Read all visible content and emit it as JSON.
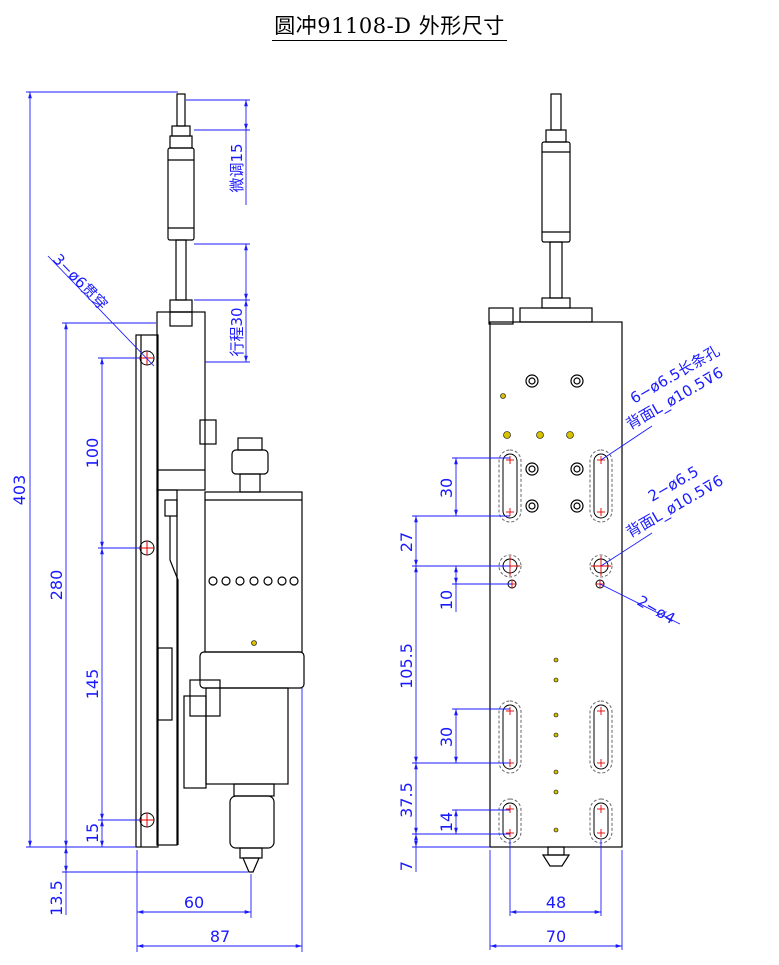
{
  "title": "圆冲91108-D  外形尺寸",
  "colors": {
    "outline": "#000000",
    "dimension": "#1a1aff",
    "hole_mark": "#e00000",
    "hole_fill": "#d8c000"
  },
  "left_view": {
    "dims": {
      "overall_height": "403",
      "spacing_280": "280",
      "spacing_100": "100",
      "spacing_145": "145",
      "spacing_15": "15",
      "offset_13_5": "13.5",
      "width_60": "60",
      "width_87": "87"
    },
    "notes": {
      "through_holes": "3−ø6贯穿",
      "fine_adjust": "微调15",
      "stroke": "行程30"
    }
  },
  "right_view": {
    "dims": {
      "slot_30_top": "30",
      "offset_27": "27",
      "offset_10": "10",
      "spacing_105_5": "105.5",
      "slot_30_bottom": "30",
      "offset_37_5": "37.5",
      "slot_14": "14",
      "offset_7": "7",
      "width_48": "48",
      "width_70": "70"
    },
    "notes": {
      "slot_callout_1": "6−ø6.5长条孔",
      "slot_callout_2": "背面L_ø10.5⊽6",
      "hole_callout_1": "2−ø6.5",
      "hole_callout_2": "背面L_ø10.5⊽6",
      "pin_callout": "2−ø4"
    }
  }
}
